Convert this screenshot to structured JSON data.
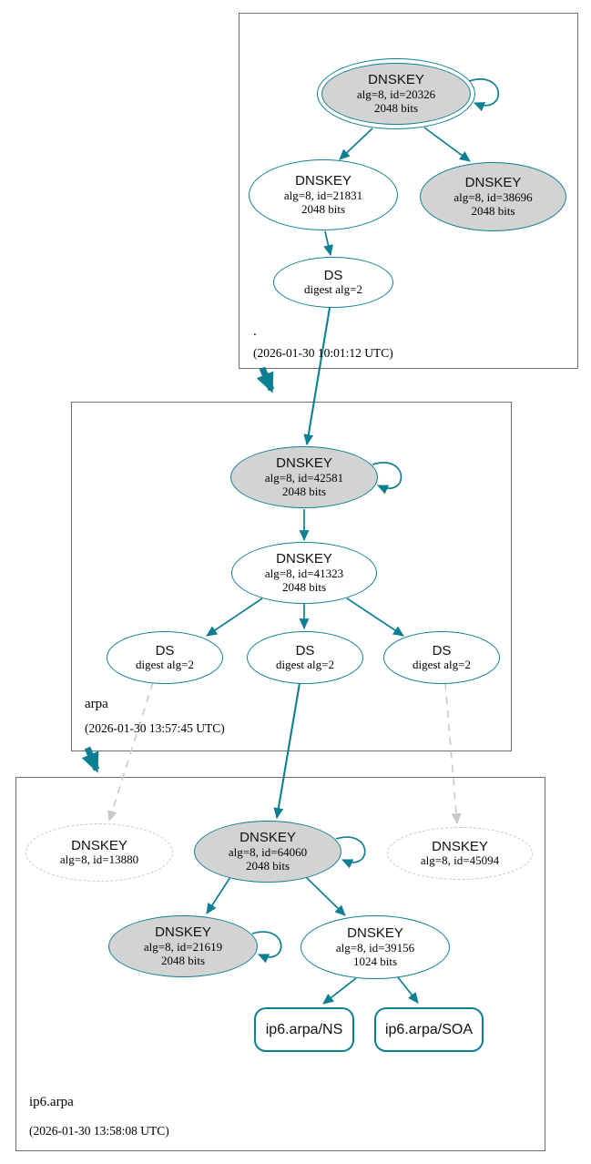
{
  "zones": {
    "root": {
      "label": ".",
      "timestamp": "(2026-01-30 10:01:12 UTC)"
    },
    "arpa": {
      "label": "arpa",
      "timestamp": "(2026-01-30 13:57:45 UTC)"
    },
    "ip6arpa": {
      "label": "ip6.arpa",
      "timestamp": "(2026-01-30 13:58:08 UTC)"
    }
  },
  "nodes": {
    "k20326": {
      "title": "DNSKEY",
      "detail1": "alg=8, id=20326",
      "detail2": "2048 bits"
    },
    "k21831": {
      "title": "DNSKEY",
      "detail1": "alg=8, id=21831",
      "detail2": "2048 bits"
    },
    "k38696": {
      "title": "DNSKEY",
      "detail1": "alg=8, id=38696",
      "detail2": "2048 bits"
    },
    "dsRoot": {
      "title": "DS",
      "detail1": "digest alg=2"
    },
    "k42581": {
      "title": "DNSKEY",
      "detail1": "alg=8, id=42581",
      "detail2": "2048 bits"
    },
    "k41323": {
      "title": "DNSKEY",
      "detail1": "alg=8, id=41323",
      "detail2": "2048 bits"
    },
    "dsArpa1": {
      "title": "DS",
      "detail1": "digest alg=2"
    },
    "dsArpa2": {
      "title": "DS",
      "detail1": "digest alg=2"
    },
    "dsArpa3": {
      "title": "DS",
      "detail1": "digest alg=2"
    },
    "k13880": {
      "title": "DNSKEY",
      "detail1": "alg=8, id=13880"
    },
    "k64060": {
      "title": "DNSKEY",
      "detail1": "alg=8, id=64060",
      "detail2": "2048 bits"
    },
    "k45094": {
      "title": "DNSKEY",
      "detail1": "alg=8, id=45094"
    },
    "k21619": {
      "title": "DNSKEY",
      "detail1": "alg=8, id=21619",
      "detail2": "2048 bits"
    },
    "k39156": {
      "title": "DNSKEY",
      "detail1": "alg=8, id=39156",
      "detail2": "1024 bits"
    },
    "rrsetNs": {
      "title": "ip6.arpa/NS"
    },
    "rrsetSoa": {
      "title": "ip6.arpa/SOA"
    }
  },
  "edges": [
    {
      "from": "k20326",
      "to": "k20326",
      "style": "self-loop-secure"
    },
    {
      "from": "k20326",
      "to": "k21831",
      "style": "secure"
    },
    {
      "from": "k20326",
      "to": "k38696",
      "style": "secure"
    },
    {
      "from": "k21831",
      "to": "dsRoot",
      "style": "secure"
    },
    {
      "from": "dsRoot",
      "to": "k42581",
      "style": "secure"
    },
    {
      "from": "zone-root",
      "to": "zone-arpa",
      "style": "delegation-thick"
    },
    {
      "from": "k42581",
      "to": "k42581",
      "style": "self-loop-secure"
    },
    {
      "from": "k42581",
      "to": "k41323",
      "style": "secure"
    },
    {
      "from": "k41323",
      "to": "dsArpa1",
      "style": "secure"
    },
    {
      "from": "k41323",
      "to": "dsArpa2",
      "style": "secure"
    },
    {
      "from": "k41323",
      "to": "dsArpa3",
      "style": "secure"
    },
    {
      "from": "dsArpa1",
      "to": "k13880",
      "style": "dashed-gray"
    },
    {
      "from": "dsArpa2",
      "to": "k64060",
      "style": "secure"
    },
    {
      "from": "dsArpa3",
      "to": "k45094",
      "style": "dashed-gray"
    },
    {
      "from": "zone-arpa",
      "to": "zone-ip6arpa",
      "style": "delegation-thick"
    },
    {
      "from": "k64060",
      "to": "k64060",
      "style": "self-loop-secure"
    },
    {
      "from": "k64060",
      "to": "k21619",
      "style": "secure"
    },
    {
      "from": "k64060",
      "to": "k39156",
      "style": "secure"
    },
    {
      "from": "k21619",
      "to": "k21619",
      "style": "self-loop-secure"
    },
    {
      "from": "k39156",
      "to": "rrsetNs",
      "style": "secure"
    },
    {
      "from": "k39156",
      "to": "rrsetSoa",
      "style": "secure"
    }
  ],
  "colors": {
    "secure_teal": "#0d7f93",
    "sep_key_fill": "#d3d3d3",
    "insecure_gray": "#c9c9c9",
    "zone_border": "#6e6e6e"
  }
}
